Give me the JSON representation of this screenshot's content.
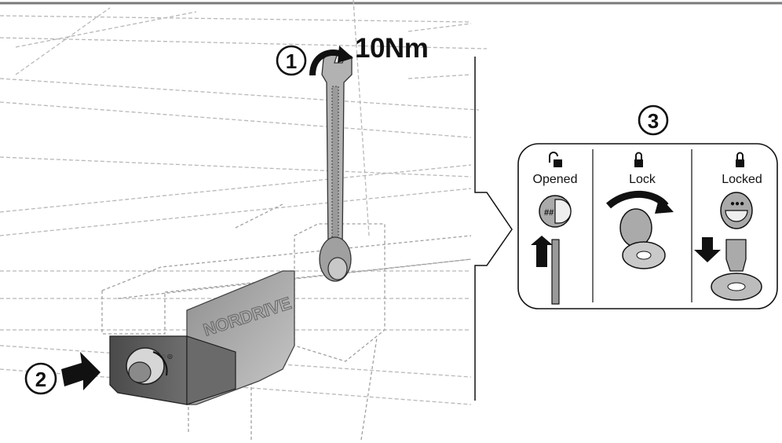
{
  "torque_label": "10Nm",
  "step_numbers": [
    "1",
    "2",
    "3"
  ],
  "lock_states": [
    {
      "label": "Opened",
      "icon": "padlock-open-icon"
    },
    {
      "label": "Lock",
      "icon": "padlock-closed-icon"
    },
    {
      "label": "Locked",
      "icon": "padlock-closed-icon"
    }
  ],
  "bar_logo_text": "NORDRIVE",
  "colors": {
    "line": "#222222",
    "part_fill": "#555555",
    "part_light": "#9a9a9a",
    "ghost": "#b5b5b5"
  }
}
